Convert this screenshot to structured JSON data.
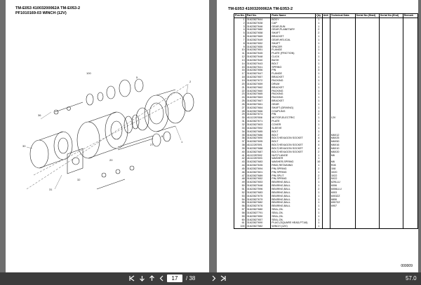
{
  "left_page": {
    "title": "TM-E053 41003200062A TM-E053-2",
    "subtitle": "PF1010169-03 WINCH (12V)"
  },
  "right_page": {
    "title": "TM-E053 41003200062A TM-E053-2",
    "columns": [
      "Pos.No.",
      "Part No.",
      "Parts Name",
      "Qty",
      "Unit",
      "Technical Data",
      "Serial No.(Start)",
      "Serial No.(End)",
      "Remark"
    ],
    "rows": [
      [
        "1",
        "31622827644",
        "BODY",
        "1",
        "",
        ""
      ],
      [
        "2",
        "31622827638",
        "CAP",
        "1",
        "",
        ""
      ],
      [
        "3",
        "31622827646",
        "GEAR,SUN",
        "1",
        "",
        ""
      ],
      [
        "4",
        "31622827680",
        "GEAR,PLANETARY",
        "2",
        "",
        ""
      ],
      [
        "5",
        "31622827658",
        "SHAFT",
        "2",
        "",
        ""
      ],
      [
        "6",
        "31622827669",
        "BRACKET",
        "1",
        "",
        ""
      ],
      [
        "7",
        "31622827649",
        "GEAR,HELICAL",
        "1",
        "",
        ""
      ],
      [
        "8",
        "31622827652",
        "SHAFT",
        "1",
        "",
        ""
      ],
      [
        "9",
        "31622827655",
        "SPACER",
        "1",
        "",
        ""
      ],
      [
        "10",
        "31622827651",
        "FLANGE",
        "1",
        "",
        ""
      ],
      [
        "11",
        "31622827645",
        "PLATE (FRICTION)",
        "1",
        "",
        ""
      ],
      [
        "12",
        "31622827648",
        "CLICK",
        "1",
        "",
        ""
      ],
      [
        "13",
        "31622827640",
        "BUSH",
        "1",
        "",
        ""
      ],
      [
        "14",
        "31622827643",
        "BOLT",
        "1",
        "",
        ""
      ],
      [
        "15",
        "31622827641",
        "SPRING",
        "1",
        "",
        ""
      ],
      [
        "16",
        "31622827656",
        "PIN",
        "3",
        "",
        ""
      ],
      [
        "17",
        "31622827647",
        "FLANGE",
        "1",
        "",
        ""
      ],
      [
        "18",
        "31622827657",
        "BRACKET",
        "1",
        "",
        ""
      ],
      [
        "19",
        "31622827672",
        "PACKING",
        "1",
        "",
        ""
      ],
      [
        "20",
        "31622827659",
        "DRUM",
        "1",
        "",
        ""
      ],
      [
        "21",
        "31622827662",
        "BRACKET",
        "1",
        "",
        ""
      ],
      [
        "22",
        "31622827660",
        "PACKING",
        "1",
        "",
        ""
      ],
      [
        "23",
        "31622827665",
        "PACKING",
        "1",
        "",
        ""
      ],
      [
        "24",
        "31622827663",
        "PACKING",
        "1",
        "",
        ""
      ],
      [
        "25",
        "31622827667",
        "BRACKET",
        "1",
        "",
        ""
      ],
      [
        "26",
        "31622827661",
        "GEAR",
        "1",
        "",
        ""
      ],
      [
        "27",
        "31622827664",
        "SHAFT (DRIVING)",
        "1",
        "",
        ""
      ],
      [
        "28",
        "31622827666",
        "COUPLING",
        "1",
        "",
        ""
      ],
      [
        "29",
        "31622827674",
        "PIN",
        "2",
        "",
        ""
      ],
      [
        "30",
        "41112287658",
        "MOTOR,ELECTRIC",
        "1",
        "",
        "12V"
      ],
      [
        "31",
        "31622827671",
        "PLATE",
        "1",
        "",
        ""
      ],
      [
        "32",
        "31622827603",
        "COVER",
        "1",
        "",
        ""
      ],
      [
        "33",
        "31622827592",
        "SLEEVE",
        "1",
        "",
        ""
      ],
      [
        "34",
        "31622827685",
        "BOLT",
        "1",
        "",
        ""
      ],
      [
        "35",
        "31622827686",
        "BOLT",
        "2",
        "",
        "M6X12"
      ],
      [
        "36",
        "31622827690",
        "BOLT,HEXAGON SOCKET",
        "4",
        "",
        "M6X25"
      ],
      [
        "37",
        "31622827695",
        "BOLT",
        "4",
        "",
        "M6X50"
      ],
      [
        "38",
        "41112287691",
        "BOLT,HEXAGON SOCKET",
        "4",
        "",
        "M6X16"
      ],
      [
        "39",
        "31622827688",
        "BOLT,HEXAGON SOCKET",
        "4",
        "",
        "M6X10"
      ],
      [
        "40",
        "31622827687",
        "BOLT,HEXAGON SOCKET",
        "2",
        "",
        "M6X20"
      ],
      [
        "41",
        "41112287692",
        "NUT,FLANGE",
        "1",
        "",
        "M6"
      ],
      [
        "42",
        "41112287693",
        "WASHER",
        "1",
        "",
        ""
      ],
      [
        "43",
        "31622827683",
        "WASHER,SPRING",
        "10",
        "",
        "M6"
      ],
      [
        "44",
        "31622827635",
        "RING,RETAINING",
        "1",
        "",
        "R28"
      ],
      [
        "45",
        "31622827694",
        "PIN,SPRING",
        "2",
        "",
        "3X8"
      ],
      [
        "46",
        "31622827601",
        "PIN,SPRING",
        "1",
        "",
        "3X20"
      ],
      [
        "47",
        "31622827689",
        "PIN,SPLIT",
        "2",
        "",
        "3X22"
      ],
      [
        "48",
        "31622827652",
        "PIN,SPRING",
        "2",
        "",
        "5X22"
      ],
      [
        "49",
        "31622827653",
        "BEARING,BALL",
        "1",
        "",
        "629LLU"
      ],
      [
        "50",
        "31622827648",
        "BEARING,BALL",
        "1",
        "",
        "6006"
      ],
      [
        "51",
        "31622827596",
        "BEARING,BALL",
        "2",
        "",
        "6006LLU"
      ],
      [
        "52",
        "31622827683",
        "BEARING,BALL",
        "1",
        "",
        "6003"
      ],
      [
        "53",
        "31622827675",
        "BEARING,BALL",
        "1",
        "",
        "6003ZZ"
      ],
      [
        "54",
        "31622827679",
        "BEARING,BALL",
        "1",
        "",
        "6806"
      ],
      [
        "55",
        "31622827682",
        "BEARING,BALL",
        "1",
        "",
        "6907ZZ"
      ],
      [
        "56",
        "31622827676",
        "BEARING,BALL",
        "1",
        "",
        "6907"
      ],
      [
        "57",
        "31622827680",
        "SEAL,OIL",
        "1",
        "",
        ""
      ],
      [
        "58",
        "31622827791",
        "SEAL,OIL",
        "1",
        "",
        ""
      ],
      [
        "59",
        "31622827650",
        "SEAL,OIL",
        "1",
        "",
        ""
      ],
      [
        "60",
        "31622827657",
        "SEAL,OIL",
        "1",
        "",
        ""
      ],
      [
        "61",
        "31622827690",
        "PLUG (SQUARE HEAD,PT1/8)",
        "1",
        "",
        ""
      ],
      [
        "100",
        "31622827582",
        "WINCH (12V)",
        "1",
        "",
        ""
      ]
    ],
    "footer_code": "000009"
  },
  "toolbar": {
    "page_current": "17",
    "page_total": "/ 38",
    "zoom": "57.0"
  },
  "icons": [
    "down-arrow-icon",
    "up-arrow-icon",
    "prev-page-icon",
    "next-page-icon",
    "first-page-icon",
    "last-page-icon"
  ]
}
